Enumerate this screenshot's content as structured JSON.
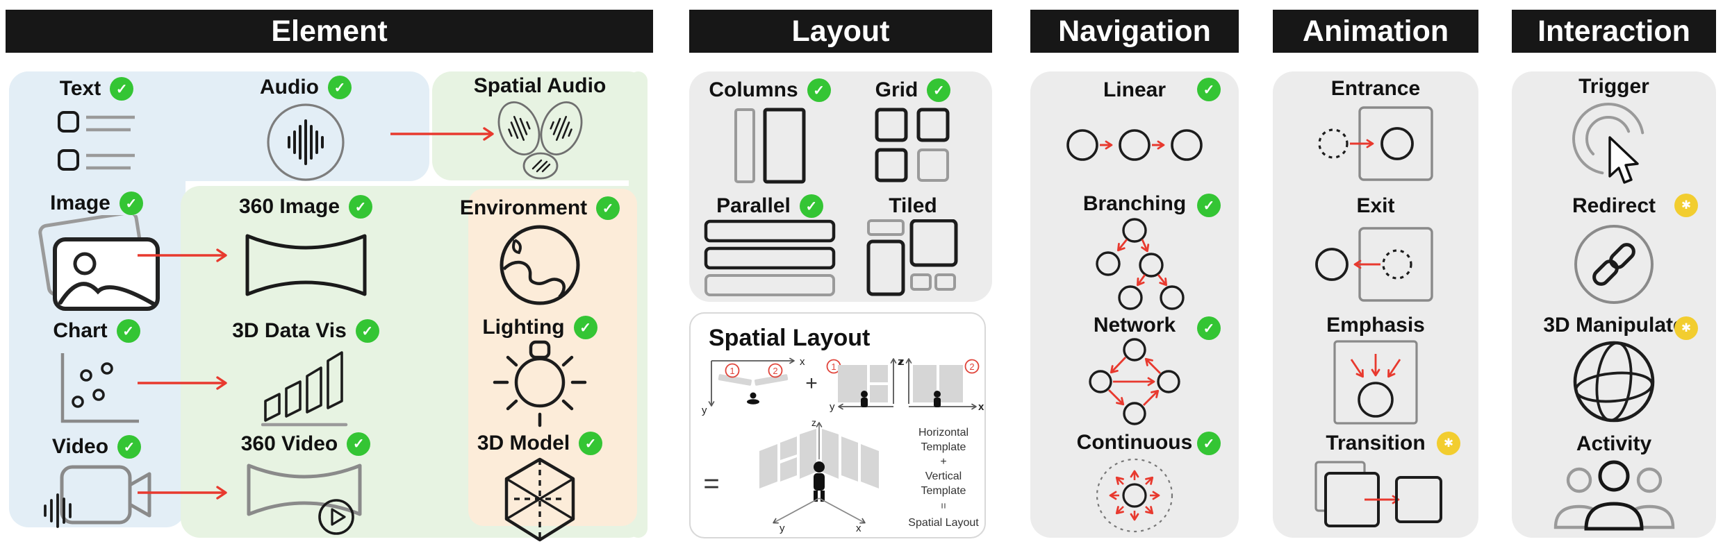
{
  "badges": {
    "check": "✓",
    "star": "✱"
  },
  "colors": {
    "header_bg": "#171717",
    "panel_gray": "#ececec",
    "panel_blue": "#e3eef6",
    "panel_green": "#e7f3e2",
    "panel_orange": "#fcecd9",
    "badge_green": "#34c534",
    "badge_yellow": "#f2cd2f",
    "arrow_red": "#e8392e"
  },
  "sections": {
    "element": {
      "title": "Element",
      "items": {
        "text": {
          "label": "Text",
          "badge": "check"
        },
        "audio": {
          "label": "Audio",
          "badge": "check"
        },
        "spatial_audio": {
          "label": "Spatial Audio",
          "badge": "none"
        },
        "image": {
          "label": "Image",
          "badge": "check"
        },
        "image360": {
          "label": "360 Image",
          "badge": "check"
        },
        "environment": {
          "label": "Environment",
          "badge": "check"
        },
        "chart": {
          "label": "Chart",
          "badge": "check"
        },
        "datavis3d": {
          "label": "3D Data Vis",
          "badge": "check"
        },
        "lighting": {
          "label": "Lighting",
          "badge": "check"
        },
        "video": {
          "label": "Video",
          "badge": "check"
        },
        "video360": {
          "label": "360 Video",
          "badge": "check"
        },
        "model3d": {
          "label": "3D Model",
          "badge": "check"
        }
      }
    },
    "layout": {
      "title": "Layout",
      "items": {
        "columns": {
          "label": "Columns",
          "badge": "check"
        },
        "grid": {
          "label": "Grid",
          "badge": "check"
        },
        "parallel": {
          "label": "Parallel",
          "badge": "check"
        },
        "tiled": {
          "label": "Tiled",
          "badge": "none"
        }
      },
      "spatial": {
        "title": "Spatial Layout",
        "axis_x": "x",
        "axis_y": "y",
        "axis_z": "z",
        "num1": "1",
        "num2": "2",
        "plus": "+",
        "equals": "=",
        "note": {
          "l1": "Horizontal",
          "l2": "Template",
          "l3": "+",
          "l4": "Vertical",
          "l5": "Template",
          "l6": "=",
          "l7": "Spatial Layout"
        }
      }
    },
    "navigation": {
      "title": "Navigation",
      "items": {
        "linear": {
          "label": "Linear",
          "badge": "check"
        },
        "branching": {
          "label": "Branching",
          "badge": "check"
        },
        "network": {
          "label": "Network",
          "badge": "check"
        },
        "continuous": {
          "label": "Continuous",
          "badge": "check"
        }
      }
    },
    "animation": {
      "title": "Animation",
      "items": {
        "entrance": {
          "label": "Entrance",
          "badge": "none"
        },
        "exit": {
          "label": "Exit",
          "badge": "none"
        },
        "emphasis": {
          "label": "Emphasis",
          "badge": "none"
        },
        "transition": {
          "label": "Transition",
          "badge": "star"
        }
      }
    },
    "interaction": {
      "title": "Interaction",
      "items": {
        "trigger": {
          "label": "Trigger",
          "badge": "none"
        },
        "redirect": {
          "label": "Redirect",
          "badge": "star"
        },
        "manipulate3d": {
          "label": "3D Manipulate",
          "badge": "star"
        },
        "activity": {
          "label": "Activity",
          "badge": "none"
        }
      }
    }
  }
}
